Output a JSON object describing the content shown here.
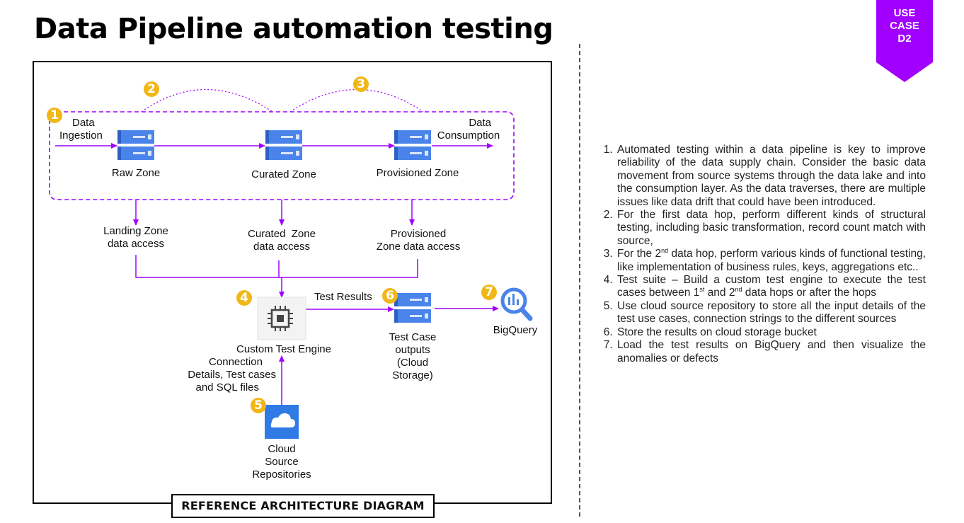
{
  "title": "Data Pipeline automation testing",
  "badge": {
    "line1": "USE",
    "line2": "CASE",
    "line3": "D2",
    "color": "#a100ff"
  },
  "colors": {
    "accent": "#a100ff",
    "step": "#f1b716",
    "server": "#4a84ea",
    "cloud": "#2f7ae5"
  },
  "diagram": {
    "zones": {
      "raw": "Raw Zone",
      "curated": "Curated Zone",
      "provisioned": "Provisioned Zone"
    },
    "data_ingestion": [
      "Data",
      "Ingestion"
    ],
    "data_consumption": [
      "Data",
      "Consumption"
    ],
    "access": {
      "landing": [
        "Landing Zone",
        "data access"
      ],
      "curated": [
        "Curated  Zone",
        "data access"
      ],
      "provisioned": [
        "Provisioned",
        "Zone data access"
      ]
    },
    "test_results": "Test Results",
    "custom_test_engine": "Custom Test Engine",
    "connection": [
      "Connection",
      "Details, Test cases",
      "and SQL files"
    ],
    "test_case_outputs": [
      "Test Case",
      "outputs",
      "(Cloud",
      "Storage)"
    ],
    "bigquery": "BigQuery",
    "cloud_source": [
      "Cloud",
      "Source",
      "Repositories"
    ],
    "steps": [
      "1",
      "2",
      "3",
      "4",
      "5",
      "6",
      "7"
    ],
    "icons": [
      "server-icon",
      "processor-chip-icon",
      "cloud-icon",
      "bigquery-icon"
    ]
  },
  "reference_label": "REFERENCE ARCHITECTURE DIAGRAM",
  "list": [
    {
      "text": "Automated testing within a data pipeline is key to improve reliability of the data supply chain. Consider the basic data movement from source systems through the data lake and into the consumption layer. As the data traverses, there are multiple issues like data drift that could have been introduced."
    },
    {
      "parts": [
        "For the first data hop, perform different kinds of structural testing, including basic transformation, record count match with source,"
      ]
    },
    {
      "parts": [
        "For the 2",
        "nd",
        " data hop, perform various kinds of functional testing, like implementation of business rules, keys, aggregations etc.."
      ]
    },
    {
      "parts": [
        "Test suite – Build a custom test engine to execute the test cases between 1",
        "st",
        " and 2",
        "nd",
        " data hops or after the hops"
      ]
    },
    {
      "parts": [
        "Use cloud source repository to store all the input details of the test use cases,  connection strings to the different sources"
      ]
    },
    {
      "parts": [
        "Store the results on cloud storage bucket"
      ]
    },
    {
      "parts": [
        "Load the test results on BigQuery and then visualize the anomalies or defects"
      ]
    }
  ]
}
